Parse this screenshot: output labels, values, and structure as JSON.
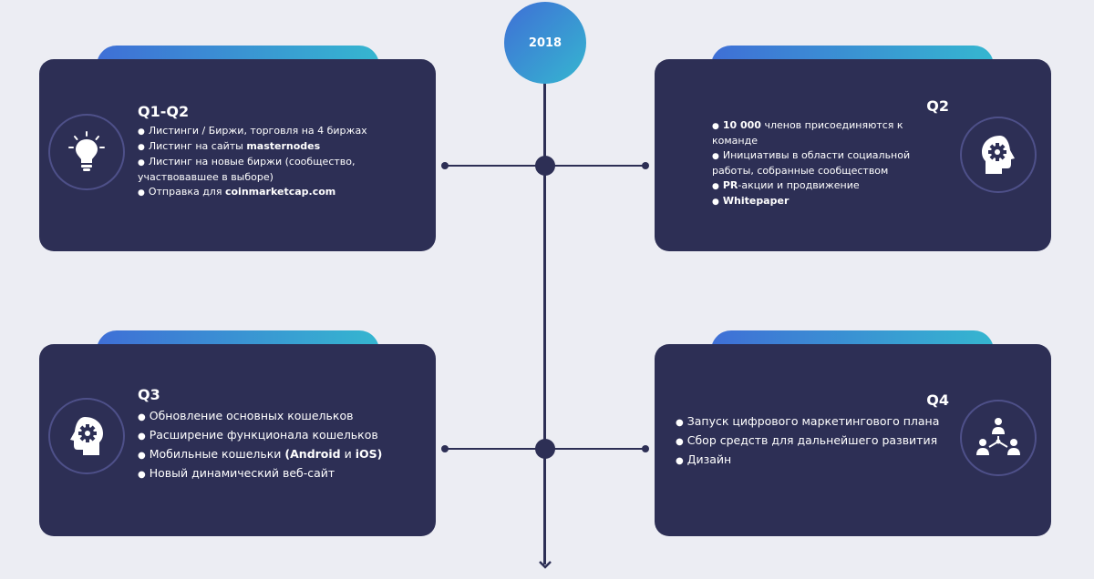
{
  "year_label": "2018",
  "cards": {
    "q1q2": {
      "title": "Q1-Q2",
      "items": [
        {
          "pre": "Листинги / Биржи, торговля на 4 биржах",
          "bold": "",
          "post": ""
        },
        {
          "pre": "Листинг на сайты ",
          "bold": "masternodes",
          "post": ""
        },
        {
          "pre": "Листинг на новые биржи (сообщество, участвовавшее в выборе)",
          "bold": "",
          "post": ""
        },
        {
          "pre": "Отправка для ",
          "bold": "coinmarketcap.com",
          "post": ""
        }
      ],
      "icon": "lightbulb-icon"
    },
    "q2": {
      "title": "Q2",
      "items": [
        {
          "pre": "",
          "bold": "10 000",
          "post": " членов присоединяются к команде"
        },
        {
          "pre": "Инициативы в области социальной работы, собранные сообществом",
          "bold": "",
          "post": ""
        },
        {
          "pre": "",
          "bold": "PR",
          "post": "-акции и продвижение"
        },
        {
          "pre": "",
          "bold": "Whitepaper",
          "post": ""
        }
      ],
      "icon": "head-gear-icon"
    },
    "q3": {
      "title": "Q3",
      "items": [
        {
          "pre": "Обновление основных кошельков",
          "bold": "",
          "post": ""
        },
        {
          "pre": "Расширение функционала кошельков",
          "bold": "",
          "post": ""
        },
        {
          "pre": "Мобильные кошельки ",
          "bold": "(Android",
          "post": " и "
        },
        {
          "pre": "Новый динамический веб-сайт",
          "bold": "",
          "post": ""
        }
      ],
      "q3_item3_tail": "iOS)",
      "icon": "head-gear-icon"
    },
    "q4": {
      "title": "Q4",
      "items": [
        {
          "pre": "Запуск цифрового маркетингового плана",
          "bold": "",
          "post": ""
        },
        {
          "pre": "Сбор средств для дальнейшего развития",
          "bold": "",
          "post": ""
        },
        {
          "pre": "Дизайн",
          "bold": "",
          "post": ""
        }
      ],
      "icon": "team-network-icon"
    }
  },
  "colors": {
    "background": "#ecedf3",
    "card": "#2d2f55",
    "gradient_start": "#3f6fd6",
    "gradient_end": "#35b6d0"
  }
}
